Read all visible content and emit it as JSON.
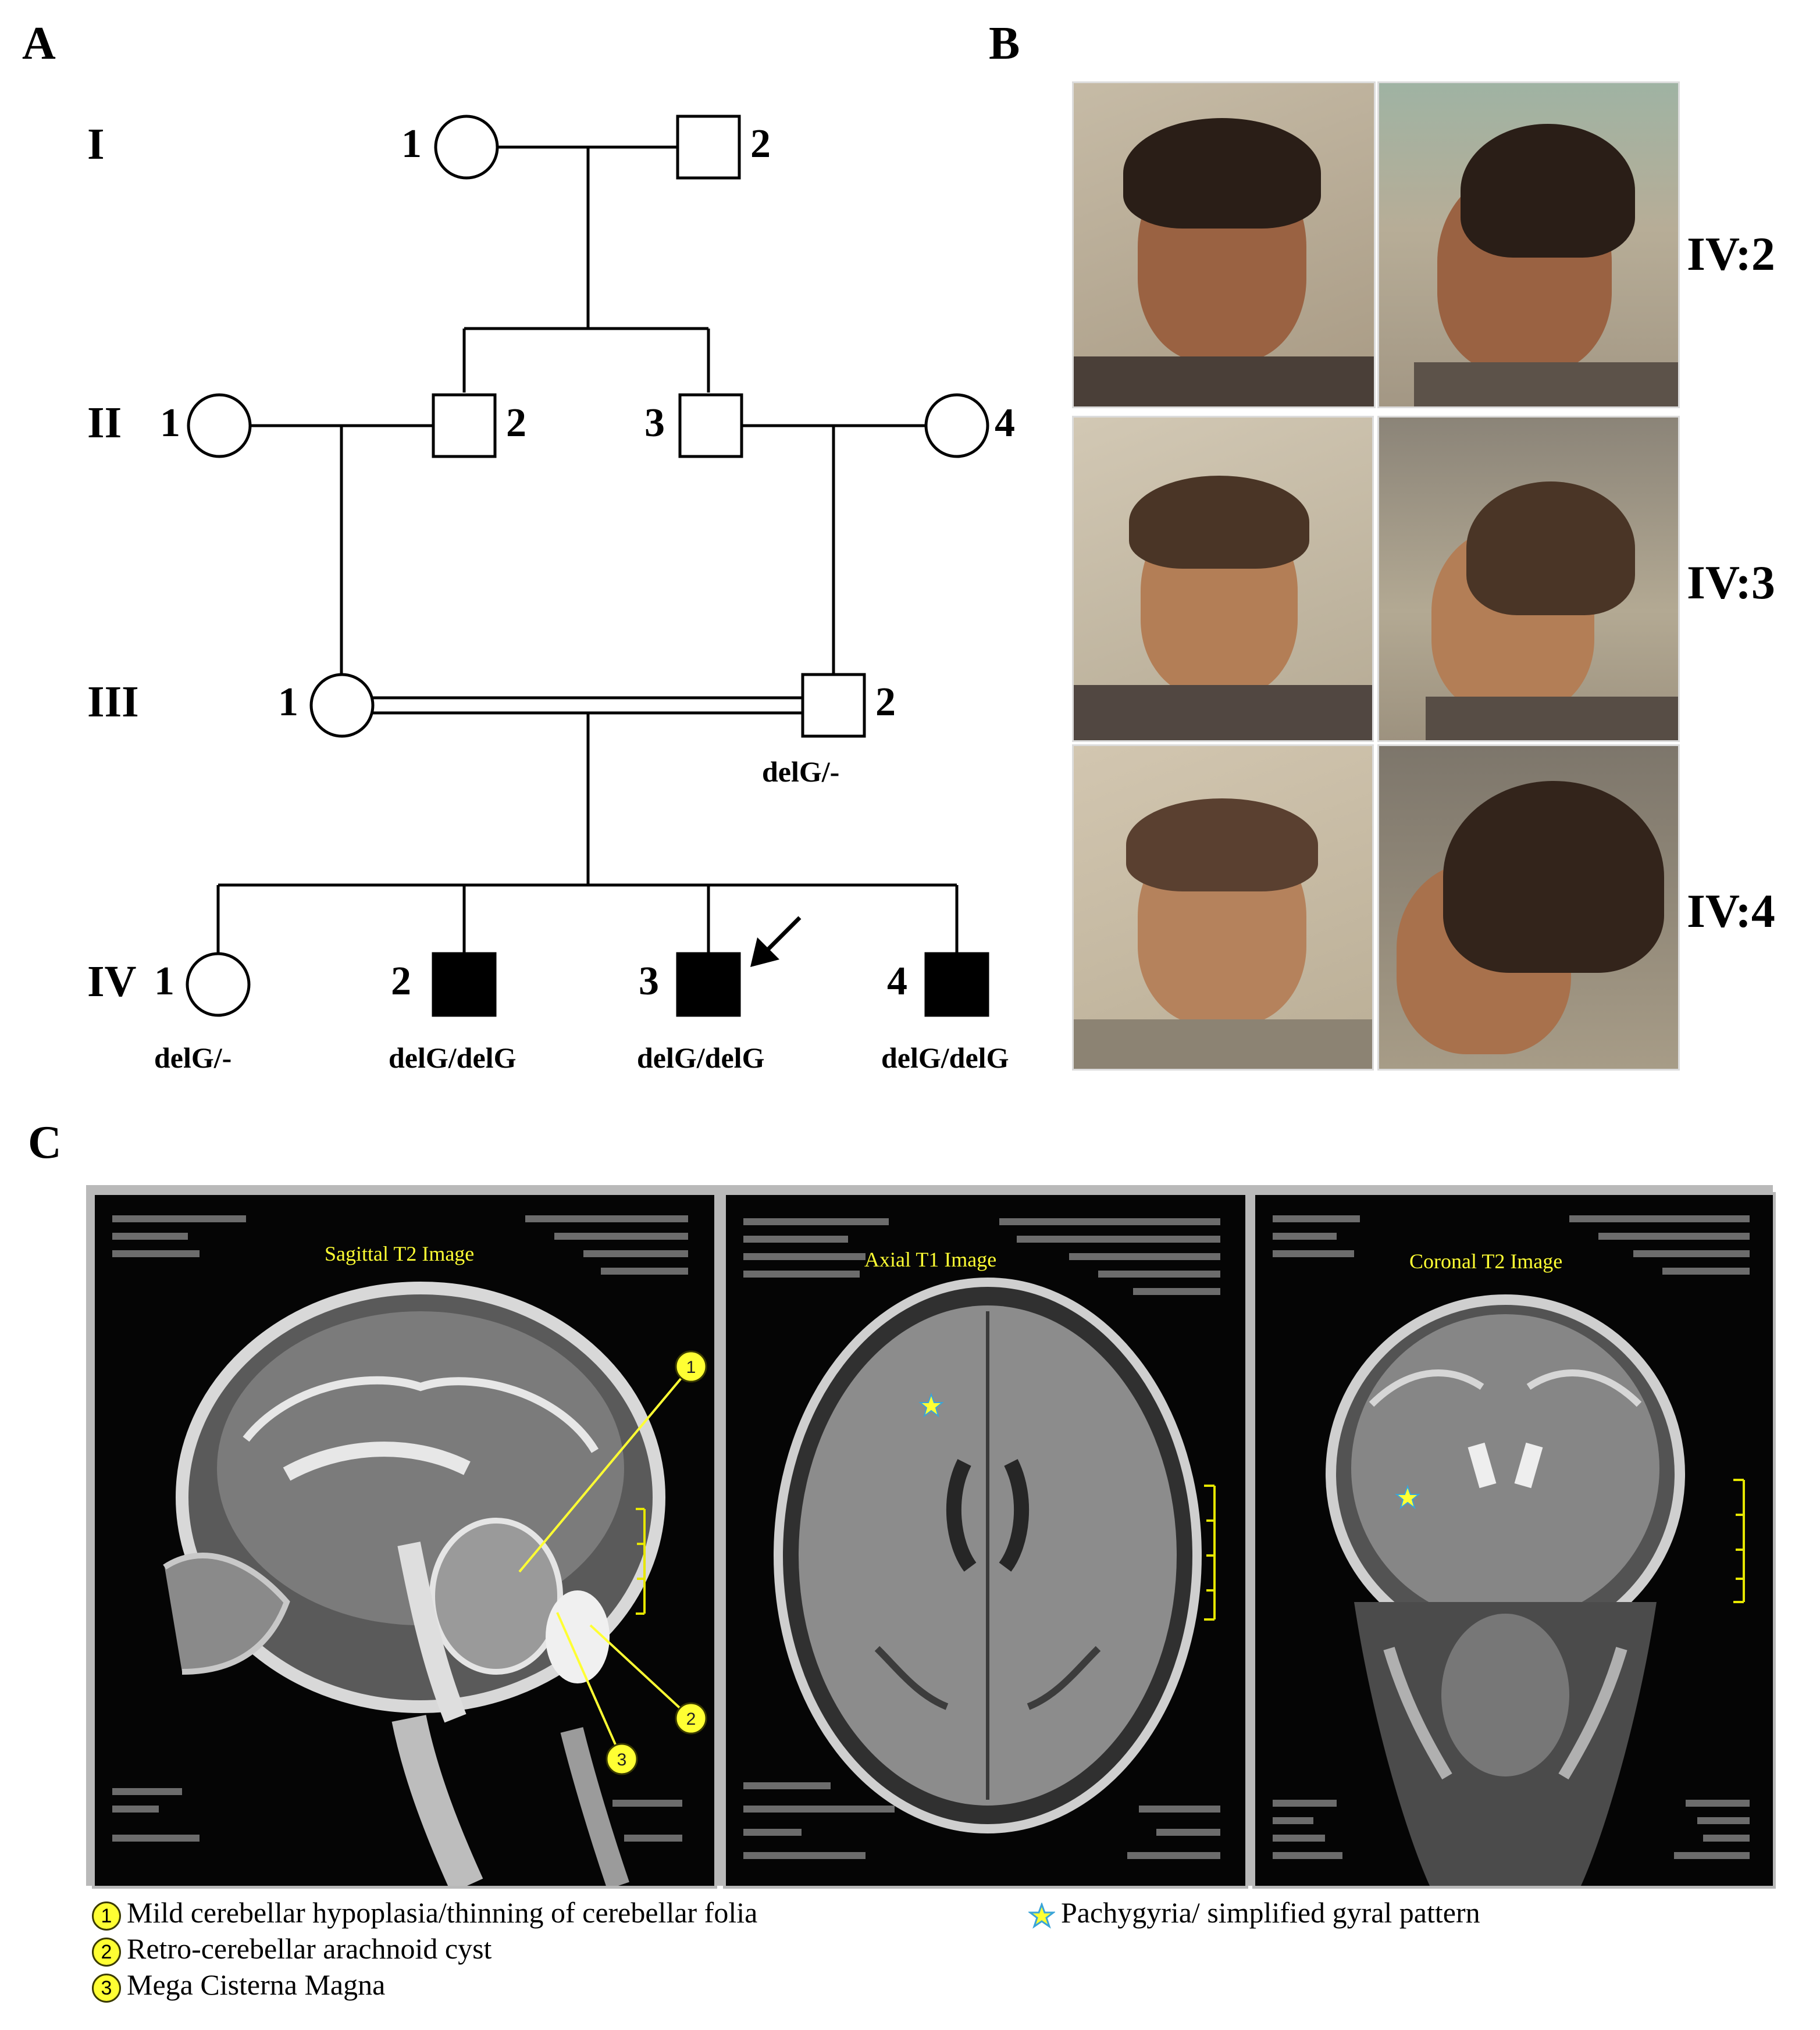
{
  "panels": {
    "a": "A",
    "b": "B",
    "c": "C"
  },
  "pedigree": {
    "generations": [
      "I",
      "II",
      "III",
      "IV"
    ],
    "individuals": {
      "I1": "1",
      "I2": "2",
      "II1": "1",
      "II2": "2",
      "II3": "3",
      "II4": "4",
      "III1": "1",
      "III2": "2",
      "IV1": "1",
      "IV2": "2",
      "IV3": "3",
      "IV4": "4"
    },
    "genotypes": {
      "III2": "delG/-",
      "IV1": "delG/-",
      "IV2": "delG/delG",
      "IV3": "delG/delG",
      "IV4": "delG/delG"
    }
  },
  "photos": {
    "labels": [
      "IV:2",
      "IV:3",
      "IV:4"
    ]
  },
  "mri": {
    "titles": [
      "Sagittal T2 Image",
      "Axial T1 Image",
      "Coronal T2 Image"
    ],
    "markers": [
      "1",
      "2",
      "3"
    ]
  },
  "legend": {
    "items": [
      {
        "num": "1",
        "text": "Mild cerebellar hypoplasia/thinning of cerebellar folia"
      },
      {
        "num": "2",
        "text": "Retro-cerebellar arachnoid cyst"
      },
      {
        "num": "3",
        "text": "Mega Cisterna Magna"
      }
    ],
    "star": "Pachygyria/ simplified gyral pattern"
  },
  "colors": {
    "annotation": "#ffff33",
    "affected": "#000000",
    "star": "#5ad3ff"
  }
}
